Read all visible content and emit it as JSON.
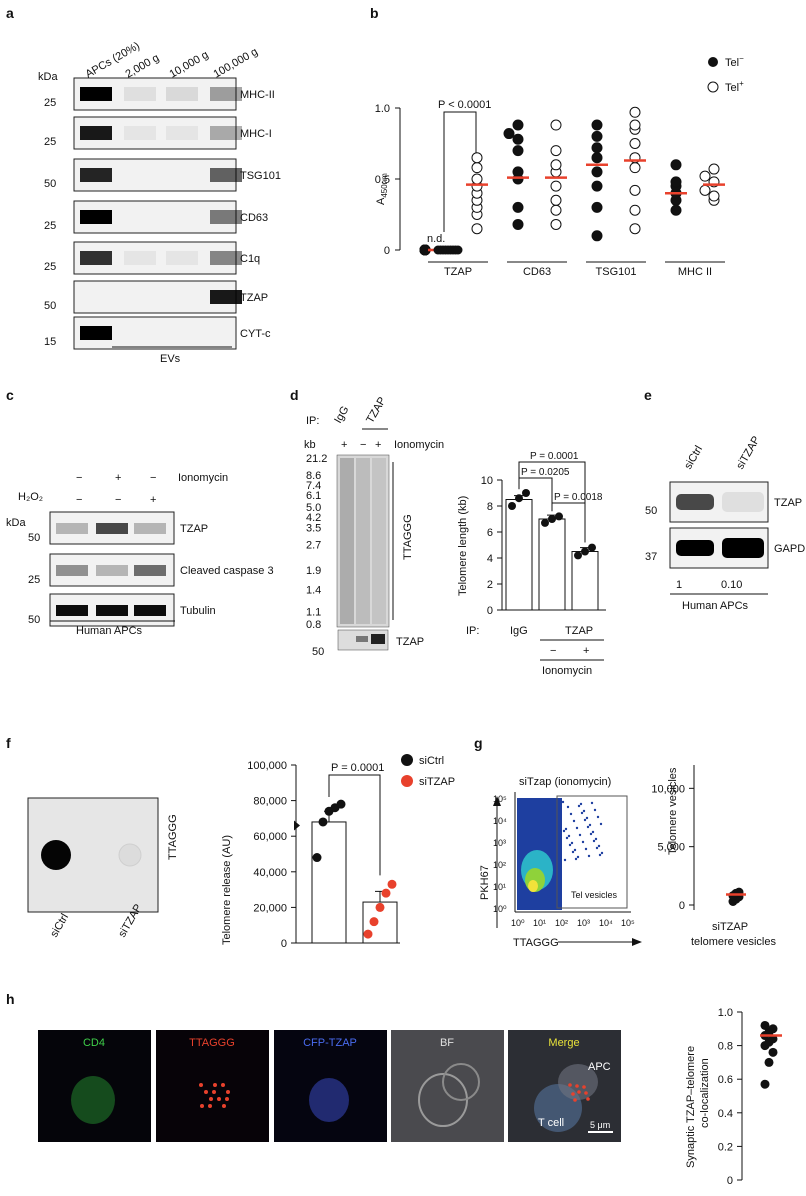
{
  "panels": {
    "a": {
      "label": "a",
      "kda": "kDa",
      "lanes": [
        "APCs (20%)",
        "2,000 g",
        "10,000 g",
        "100,000 g"
      ],
      "blots": [
        {
          "name": "MHC-II",
          "marker": "25"
        },
        {
          "name": "MHC-I",
          "marker": "25"
        },
        {
          "name": "TSG101",
          "marker": "50"
        },
        {
          "name": "CD63",
          "marker": "25"
        },
        {
          "name": "C1q",
          "marker": "25"
        },
        {
          "name": "TZAP",
          "marker": "50"
        },
        {
          "name": "CYT-c",
          "marker": "15"
        }
      ],
      "ev_label": "EVs"
    },
    "b": {
      "label": "b",
      "legend": [
        "Tel",
        "Tel"
      ],
      "legend_sup": [
        "−",
        "+"
      ],
      "ylabel": "A",
      "ylabel_sub": "450nm",
      "yticks": [
        "0",
        "0.5",
        "1.0"
      ],
      "groups": [
        "TZAP",
        "CD63",
        "TSG101",
        "MHC II"
      ],
      "pvalue": "P < 0.0001",
      "nd": "n.d."
    },
    "c": {
      "label": "c",
      "ionomycin": "Ionomycin",
      "h2o2": "H₂O₂",
      "ion_signs": [
        "−",
        "+",
        "−"
      ],
      "h2o2_signs": [
        "−",
        "−",
        "+"
      ],
      "kda": "kDa",
      "blots": [
        {
          "name": "TZAP",
          "marker": "50"
        },
        {
          "name": "Cleaved caspase 3",
          "marker": "25"
        },
        {
          "name": "Tubulin",
          "marker": "50"
        }
      ],
      "footer": "Human APCs"
    },
    "d": {
      "label": "d",
      "ip": "IP:",
      "igg": "IgG",
      "tzap": "TZAP",
      "kb": "kb",
      "ion_signs": [
        "+",
        "−",
        "+"
      ],
      "ionomycin": "Ionomycin",
      "sizes": [
        "21.2",
        "8.6",
        "7.4",
        "6.1",
        "5.0",
        "4.2",
        "3.5",
        "2.7",
        "1.9",
        "1.4",
        "1.1",
        "0.8"
      ],
      "ttaggg": "TTAGGG",
      "tzap_blot": "TZAP",
      "tzap_marker": "50"
    },
    "d_chart": {
      "ylabel": "Telomere length (kb)",
      "yticks": [
        "0",
        "2",
        "4",
        "6",
        "8",
        "10"
      ],
      "ip": "IP:",
      "igg": "IgG",
      "tzap": "TZAP",
      "signs": [
        "−",
        "+"
      ],
      "ionomycin": "Ionomycin",
      "p1": "P = 0.0001",
      "p2": "P = 0.0205",
      "p3": "P = 0.0018"
    },
    "e": {
      "label": "e",
      "lanes": [
        "siCtrl",
        "siTZAP"
      ],
      "blots": [
        {
          "name": "TZAP",
          "marker": "50"
        },
        {
          "name": "GAPD",
          "marker": "37"
        }
      ],
      "ratios": [
        "1",
        "0.10"
      ],
      "footer": "Human APCs"
    },
    "f": {
      "label": "f",
      "ttaggg": "TTAGGG",
      "lanes": [
        "siCtrl",
        "siTZAP"
      ],
      "ylabel": "Telomere release (AU)",
      "yticks": [
        "0",
        "20,000",
        "40,000",
        "60,000",
        "80,000",
        "100,000"
      ],
      "pvalue": "P = 0.0001",
      "legend": [
        "siCtrl",
        "siTZAP"
      ]
    },
    "g": {
      "label": "g",
      "title": "siTzap (ionomycin)",
      "ylabel": "PKH67",
      "xlabel": "TTAGGG",
      "gate": "Tel vesicles",
      "xticks": [
        "10⁰",
        "10¹",
        "10²",
        "10³",
        "10⁴",
        "10⁵"
      ],
      "yticks": [
        "10⁰",
        "10¹",
        "10²",
        "10³",
        "10⁴",
        "10⁵"
      ],
      "right_ylabel": "Telomere vesicles",
      "right_yticks": [
        "0",
        "5,000",
        "10,000"
      ],
      "right_xlabel1": "siTZAP",
      "right_xlabel2": "telomere vesicles"
    },
    "h": {
      "label": "h",
      "images": [
        "CD4",
        "TTAGGG",
        "CFP-TZAP",
        "BF",
        "Merge"
      ],
      "image_colors": [
        "#3fcf4a",
        "#e8412c",
        "#4a6cf0",
        "#e0e0e0",
        "#e8e23a"
      ],
      "apc": "APC",
      "tcell": "T cell",
      "scale": "5 μm",
      "ylabel1": "Synaptic TZAP–telomere",
      "ylabel2": "co-localization",
      "yticks": [
        "0",
        "0.2",
        "0.4",
        "0.6",
        "0.8",
        "1.0"
      ]
    }
  },
  "chart_data": [
    {
      "type": "scatter",
      "panel": "b",
      "categories": [
        "TZAP",
        "CD63",
        "TSG101",
        "MHC II"
      ],
      "ylim": [
        0,
        1.0
      ],
      "series": [
        {
          "name": "Tel−",
          "values": [
            [
              0,
              0,
              0,
              0,
              0,
              0,
              0,
              0,
              0
            ],
            [
              0.18,
              0.3,
              0.5,
              0.55,
              0.7,
              0.78,
              0.82,
              0.88
            ],
            [
              0.1,
              0.3,
              0.45,
              0.55,
              0.65,
              0.72,
              0.8,
              0.88
            ],
            [
              0.28,
              0.35,
              0.4,
              0.45,
              0.48,
              0.6
            ]
          ],
          "medians": [
            0,
            0.51,
            0.6,
            0.4
          ]
        },
        {
          "name": "Tel+",
          "values": [
            [
              0.15,
              0.25,
              0.3,
              0.35,
              0.4,
              0.45,
              0.5,
              0.58,
              0.65
            ],
            [
              0.18,
              0.28,
              0.35,
              0.45,
              0.55,
              0.6,
              0.7,
              0.88
            ],
            [
              0.15,
              0.28,
              0.42,
              0.58,
              0.65,
              0.75,
              0.85,
              0.88,
              0.97
            ],
            [
              0.35,
              0.38,
              0.42,
              0.48,
              0.52,
              0.57
            ]
          ],
          "medians": [
            0.46,
            0.51,
            0.63,
            0.46
          ]
        }
      ]
    },
    {
      "type": "bar",
      "panel": "d",
      "categories": [
        "IgG +",
        "TZAP −",
        "TZAP +"
      ],
      "values": [
        8.5,
        7.0,
        4.5
      ],
      "points": [
        [
          8.0,
          8.6,
          9.0
        ],
        [
          6.7,
          7.0,
          7.2
        ],
        [
          4.2,
          4.5,
          4.8
        ]
      ],
      "ylabel": "Telomere length (kb)",
      "ylim": [
        0,
        10
      ]
    },
    {
      "type": "bar",
      "panel": "f",
      "categories": [
        "siCtrl",
        "siTZAP"
      ],
      "values": [
        68000,
        23000
      ],
      "points": [
        [
          48000,
          68000,
          74000,
          76000,
          78000
        ],
        [
          5000,
          12000,
          20000,
          28000,
          33000
        ]
      ],
      "ylabel": "Telomere release (AU)",
      "ylim": [
        0,
        100000
      ]
    },
    {
      "type": "scatter",
      "panel": "g",
      "categories": [
        "siTZAP telomere vesicles"
      ],
      "values": [
        300,
        500,
        700,
        800,
        1000,
        1100
      ],
      "median": 900,
      "ylim": [
        0,
        12000
      ]
    },
    {
      "type": "scatter",
      "panel": "h",
      "categories": [
        "Synaptic TZAP–telomere co-localization"
      ],
      "values": [
        0.57,
        0.7,
        0.76,
        0.8,
        0.82,
        0.84,
        0.86,
        0.88,
        0.9,
        0.92
      ],
      "median": 0.86,
      "ylim": [
        0,
        1.0
      ]
    }
  ]
}
